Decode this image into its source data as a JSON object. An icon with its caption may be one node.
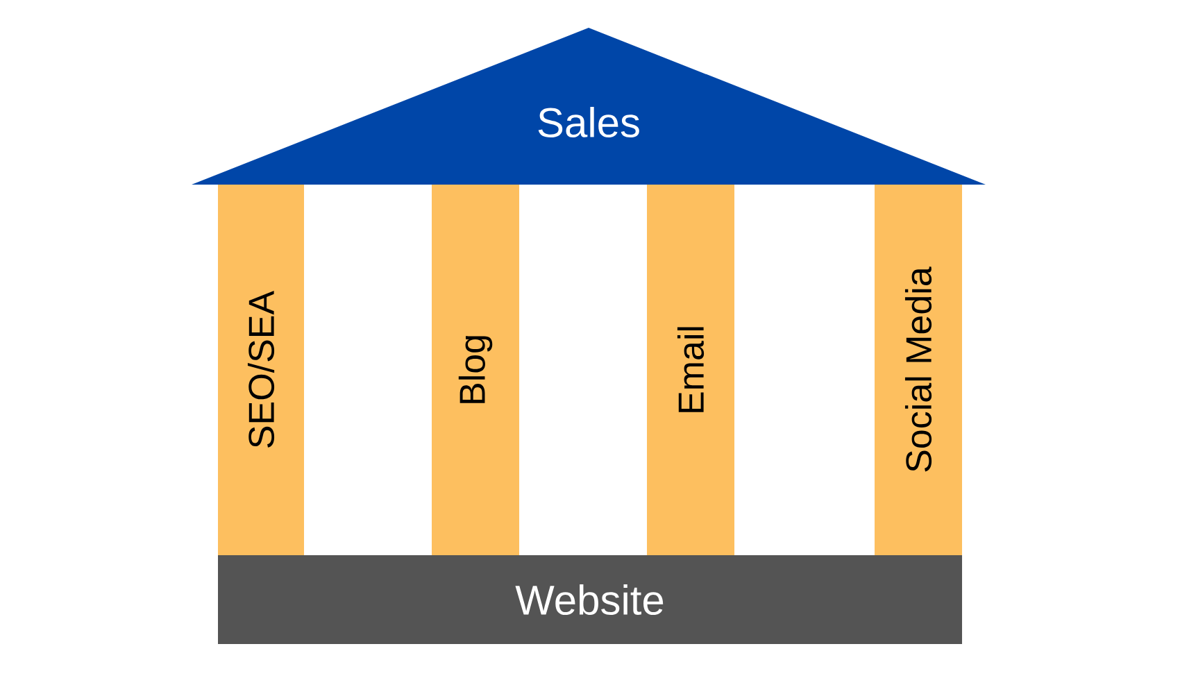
{
  "diagram": {
    "nodes": [
      {
        "text": [
          "Sales"
        ]
      },
      {
        "text": [
          "SEO/SEA"
        ]
      },
      {
        "text": [
          "Blog"
        ]
      },
      {
        "text": [
          "Email"
        ]
      },
      {
        "text": [
          "Social Media"
        ]
      },
      {
        "text": [
          "Website"
        ]
      }
    ]
  }
}
